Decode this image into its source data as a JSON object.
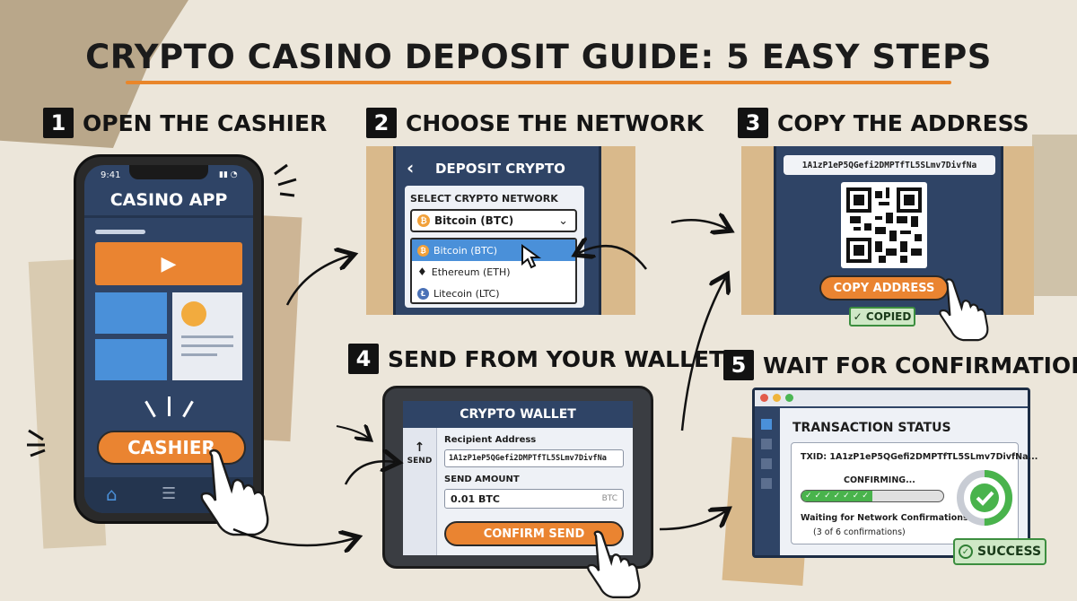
{
  "title": "CRYPTO CASINO DEPOSIT GUIDE: 5 EASY STEPS",
  "steps": [
    {
      "num": "1",
      "label": "OPEN THE CASHIER"
    },
    {
      "num": "2",
      "label": "CHOOSE THE NETWORK"
    },
    {
      "num": "3",
      "label": "COPY THE ADDRESS"
    },
    {
      "num": "4",
      "label": "SEND FROM YOUR WALLET"
    },
    {
      "num": "5",
      "label": "WAIT FOR CONFIRMATIONS"
    }
  ],
  "phone": {
    "time": "9:41",
    "app_title": "CASINO APP",
    "cashier_button": "CASHIER",
    "home_icon": "home-icon",
    "stack_icon": "stack-icon"
  },
  "network": {
    "header": "DEPOSIT CRYPTO",
    "select_label": "SELECT CRYPTO NETWORK",
    "selected_value": "Bitcoin (BTC)",
    "options": [
      "Bitcoin (BTC)",
      "Ethereum (ETH)",
      "Litecoin (LTC)"
    ]
  },
  "address": {
    "wallet_address": "1A1zP1eP5QGefi2DMPTfTL5SLmv7DivfNa",
    "copy_button": "COPY ADDRESS",
    "copied_badge": "✓ COPIED"
  },
  "wallet": {
    "header": "CRYPTO WALLET",
    "send_tab": "SEND",
    "send_arrow": "↑",
    "recipient_label": "Recipient Address",
    "recipient_value": "1A1zP1eP5QGefi2DMPTfTL5SLmv7DivfNa",
    "amount_label": "SEND AMOUNT",
    "amount_value": "0.01 BTC",
    "amount_unit": "BTC",
    "confirm_button": "CONFIRM SEND"
  },
  "status": {
    "header": "TRANSACTION STATUS",
    "txid": "TXID: 1A1zP1eP5QGefi2DMPTfTL5SLmv7DivfNa...",
    "confirming": "CONFIRMING...",
    "progress": 0.5,
    "waiting": "Waiting for Network Confirmations...",
    "count": "(3 of 6 confirmations)",
    "success_badge": "SUCCESS"
  },
  "colors": {
    "navy": "#2f4466",
    "orange": "#ea8431",
    "green": "#49b34c",
    "blue": "#4a90d9"
  }
}
